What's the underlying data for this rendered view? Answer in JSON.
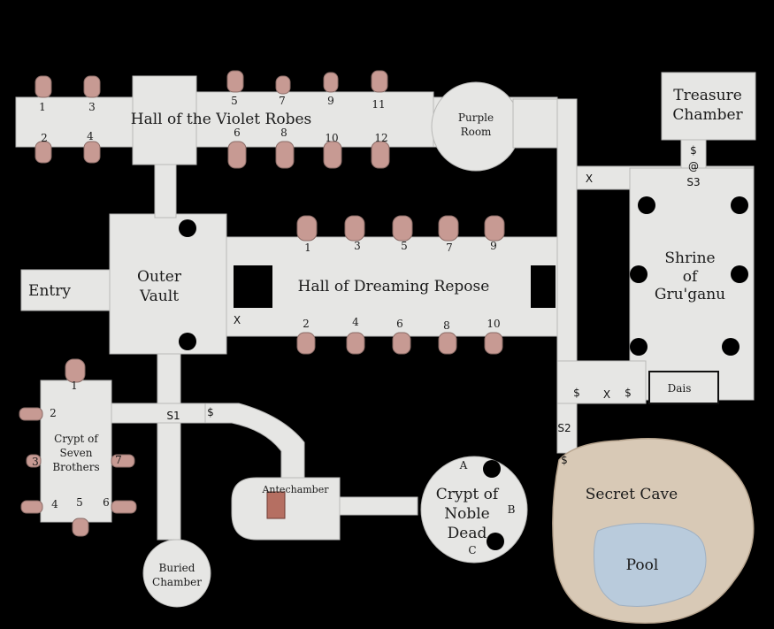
{
  "rooms": {
    "hall_violet": "Hall of the Violet Robes",
    "purple_room": [
      "Purple",
      "Room"
    ],
    "treasure": [
      "Treasure",
      "Chamber"
    ],
    "entry": "Entry",
    "outer_vault": [
      "Outer",
      "Vault"
    ],
    "hall_dreaming": "Hall of Dreaming Repose",
    "shrine": [
      "Shrine",
      "of",
      "Gru'ganu"
    ],
    "dais": "Dais",
    "crypt_seven": [
      "Crypt of",
      "Seven",
      "Brothers"
    ],
    "antechamber": "Antechamber",
    "crypt_noble": [
      "Crypt of",
      "Noble",
      "Dead"
    ],
    "secret_cave": "Secret Cave",
    "pool": "Pool",
    "buried": [
      "Buried",
      "Chamber"
    ]
  },
  "violet_numbers": {
    "top": [
      "1",
      "3",
      "5",
      "7",
      "9",
      "11"
    ],
    "bottom": [
      "2",
      "4",
      "6",
      "8",
      "10",
      "12"
    ]
  },
  "dreaming_numbers": {
    "top": [
      "1",
      "3",
      "5",
      "7",
      "9"
    ],
    "bottom": [
      "2",
      "4",
      "6",
      "8",
      "10"
    ]
  },
  "seven_numbers": [
    "1",
    "2",
    "3",
    "4",
    "5",
    "6",
    "7"
  ],
  "noble_letters": [
    "A",
    "B",
    "C"
  ],
  "markers": {
    "s1": "S1",
    "s2": "S2",
    "s3": "S3",
    "x": "X",
    "dollar": "$",
    "at": "@"
  }
}
